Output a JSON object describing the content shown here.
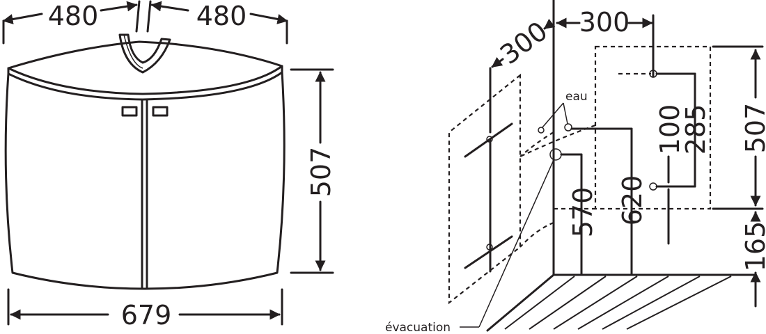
{
  "front_view": {
    "dim_top_left": "480",
    "dim_top_right": "480",
    "dim_height": "507",
    "dim_width": "679"
  },
  "install_view": {
    "dim_top_300": "300",
    "dim_side_300": "300",
    "dim_100": "100",
    "dim_285": "285",
    "dim_507": "507",
    "dim_570": "570",
    "dim_620": "620",
    "dim_165": "165",
    "label_water": "eau",
    "label_drain": "évacuation"
  }
}
